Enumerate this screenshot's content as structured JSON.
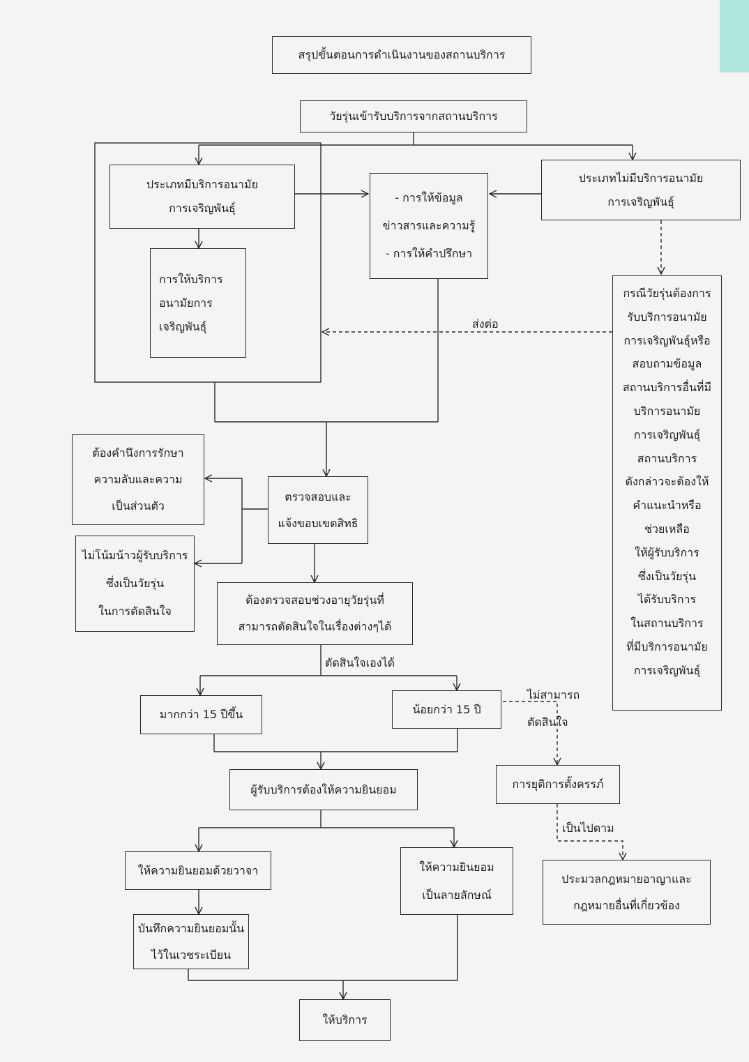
{
  "nodes": {
    "title": [
      "สรุปขั้นตอนการดำเนินงานของสถานบริการ"
    ],
    "teen_receive": [
      "วัยรุ่นเข้ารับบริการจากสถานบริการ"
    ],
    "type_with": [
      "ประเภทมีบริการอนามัย",
      "การเจริญพันธุ์"
    ],
    "provide_rh": [
      "การให้บริการ",
      "อนามัยการ",
      "เจริญพันธุ์"
    ],
    "info_counsel": [
      "- การให้ข้อมูล",
      "ข่าวสารและความรู้",
      "- การให้คำปรึกษา"
    ],
    "type_without": [
      "ประเภทไม่มีบริการอนามัย",
      "การเจริญพันธุ์"
    ],
    "case_teen": [
      "กรณีวัยรุ่นต้องการ",
      "รับบริการอนามัย",
      "การเจริญพันธุ์หรือ",
      "สอบถามข้อมูล",
      "สถานบริการอื่นที่มี",
      "บริการอนามัย",
      "การเจริญพันธุ์",
      "สถานบริการ",
      "ดังกล่าวจะต้องให้",
      "คำแนะนำหรือ",
      "ช่วยเหลือ",
      "ให้ผู้รับบริการ",
      "ซึ่งเป็นวัยรุ่น",
      "ได้รับบริการ",
      "ในสถานบริการ",
      "ที่มีบริการอนามัย",
      "การเจริญพันธุ์"
    ],
    "privacy": [
      "ต้องคำนึงการรักษา",
      "ความลับและความ",
      "เป็นส่วนตัว"
    ],
    "check_rights": [
      "ตรวจสอบและ",
      "แจ้งขอบเขตสิทธิ"
    ],
    "no_persuade": [
      "ไม่โน้มน้าวผู้รับบริการ",
      "ซึ่งเป็นวัยรุ่น",
      "ในการตัดสินใจ"
    ],
    "check_age": [
      "ต้องตรวจสอบช่วงอายุวัยรุ่นที่",
      "สามารถตัดสินใจในเรื่องต่างๆได้"
    ],
    "over15": [
      "มากกว่า 15 ปีขึ้น"
    ],
    "under15": [
      "น้อยกว่า 15 ปี"
    ],
    "consent": [
      "ผู้รับบริการต้องให้ความยินยอม"
    ],
    "abortion": [
      "การยุติการตั้งครรภ์"
    ],
    "verbal": [
      "ให้ความยินยอมด้วยวาจา"
    ],
    "written": [
      "ให้ความยินยอม",
      "เป็นลายลักษณ์"
    ],
    "law": [
      "ประมวลกฎหมายอาญาและ",
      "กฎหมายอื่นที่เกี่ยวข้อง"
    ],
    "record": [
      "บันทึกความยินยอมนั้น",
      "ไว้ในเวชระเบียน"
    ],
    "provide": [
      "ให้บริการ"
    ]
  },
  "labels": {
    "refer": "ส่งต่อ",
    "self_decide": "ตัดสินใจเองได้",
    "cannot_1": "ไม่สามารถ",
    "cannot_2": "ตัดสินใจ",
    "according": "เป็นไปตาม"
  },
  "colors": {
    "paper": "#f6f3f7",
    "ink": "#2a2a2a",
    "sticky": "#aee8dc"
  }
}
